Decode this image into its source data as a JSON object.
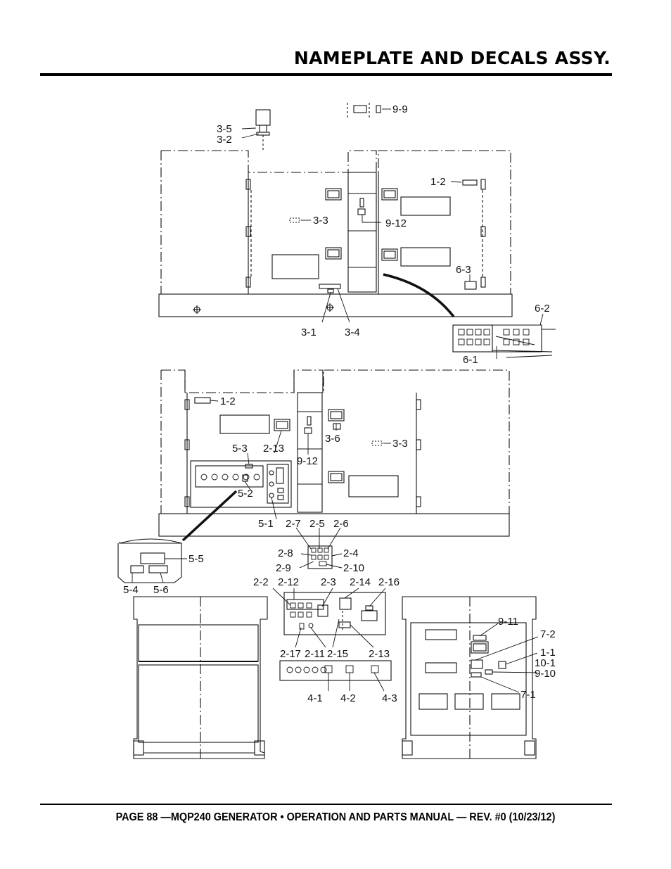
{
  "header": {
    "title": "NAMEPLATE AND DECALS ASSY."
  },
  "footer": {
    "text": "PAGE 88 —MQP240 GENERATOR • OPERATION AND PARTS MANUAL — REV. #0 (10/23/12)"
  },
  "callouts": {
    "top": [
      "9-9",
      "3-5",
      "3-2",
      "1-2",
      "3-3",
      "9-12",
      "6-3",
      "6-2",
      "3-1",
      "3-4",
      "6-1"
    ],
    "middle": [
      "1-2",
      "5-3",
      "2-13",
      "3-6",
      "3-3",
      "9-12",
      "5-2",
      "5-1",
      "2-7",
      "2-5",
      "2-6",
      "5-5",
      "2-8",
      "2-4",
      "2-9",
      "2-10",
      "5-4",
      "5-6"
    ],
    "lower": [
      "2-2",
      "2-12",
      "2-3",
      "2-14",
      "2-16",
      "2-17",
      "2-11",
      "2-15",
      "2-13",
      "4-1",
      "4-2",
      "4-3",
      "9-11",
      "7-2",
      "1-1",
      "10-1",
      "9-10",
      "7-1"
    ]
  }
}
